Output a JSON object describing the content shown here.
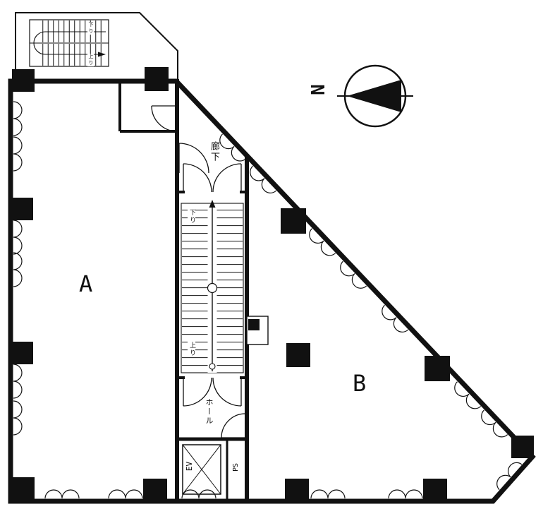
{
  "plan": {
    "rooms": {
      "a": "A",
      "b": "B"
    },
    "compass": {
      "north": "N"
    },
    "core": {
      "corridor": "廊下",
      "hall": "ホール",
      "elevator": "EV",
      "pipe_space": "PS",
      "stair_down": "下り",
      "stair_up": "上り"
    },
    "colors": {
      "ink": "#111111",
      "paper": "#ffffff"
    }
  }
}
